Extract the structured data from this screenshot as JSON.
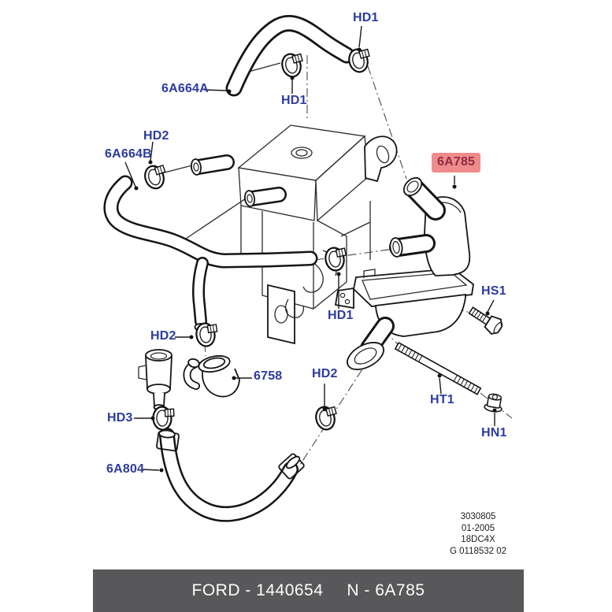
{
  "diagram": {
    "callouts": [
      {
        "id": "hd1-top",
        "label": "HD1"
      },
      {
        "id": "6a664a",
        "label": "6A664A"
      },
      {
        "id": "hd1-upper-mid",
        "label": "HD1"
      },
      {
        "id": "hd2-left-upper",
        "label": "HD2"
      },
      {
        "id": "6a664b",
        "label": "6A664B"
      },
      {
        "id": "6a785",
        "label": "6A785",
        "highlighted": true
      },
      {
        "id": "hd1-center",
        "label": "HD1"
      },
      {
        "id": "hs1",
        "label": "HS1"
      },
      {
        "id": "hd2-left-mid",
        "label": "HD2"
      },
      {
        "id": "6758",
        "label": "6758"
      },
      {
        "id": "hd2-center",
        "label": "HD2"
      },
      {
        "id": "ht1",
        "label": "HT1"
      },
      {
        "id": "hd3",
        "label": "HD3"
      },
      {
        "id": "hn1",
        "label": "HN1"
      },
      {
        "id": "6a804",
        "label": "6A804"
      }
    ],
    "plate": {
      "lines": [
        "3030805",
        "01-2005",
        "18DC4X",
        "G 0118532 02"
      ]
    },
    "footer": {
      "left": "FORD - 1440654",
      "right": "N - 6A785"
    },
    "colors": {
      "callout_text": "#2c3ba0",
      "highlight_bg": "#f08b8b",
      "highlight_text": "#8e2c42",
      "footer_bg": "#58585a",
      "footer_text": "#fdfdfd",
      "line_art": "#1a1a1a",
      "page_bg": "#ffffff"
    }
  }
}
